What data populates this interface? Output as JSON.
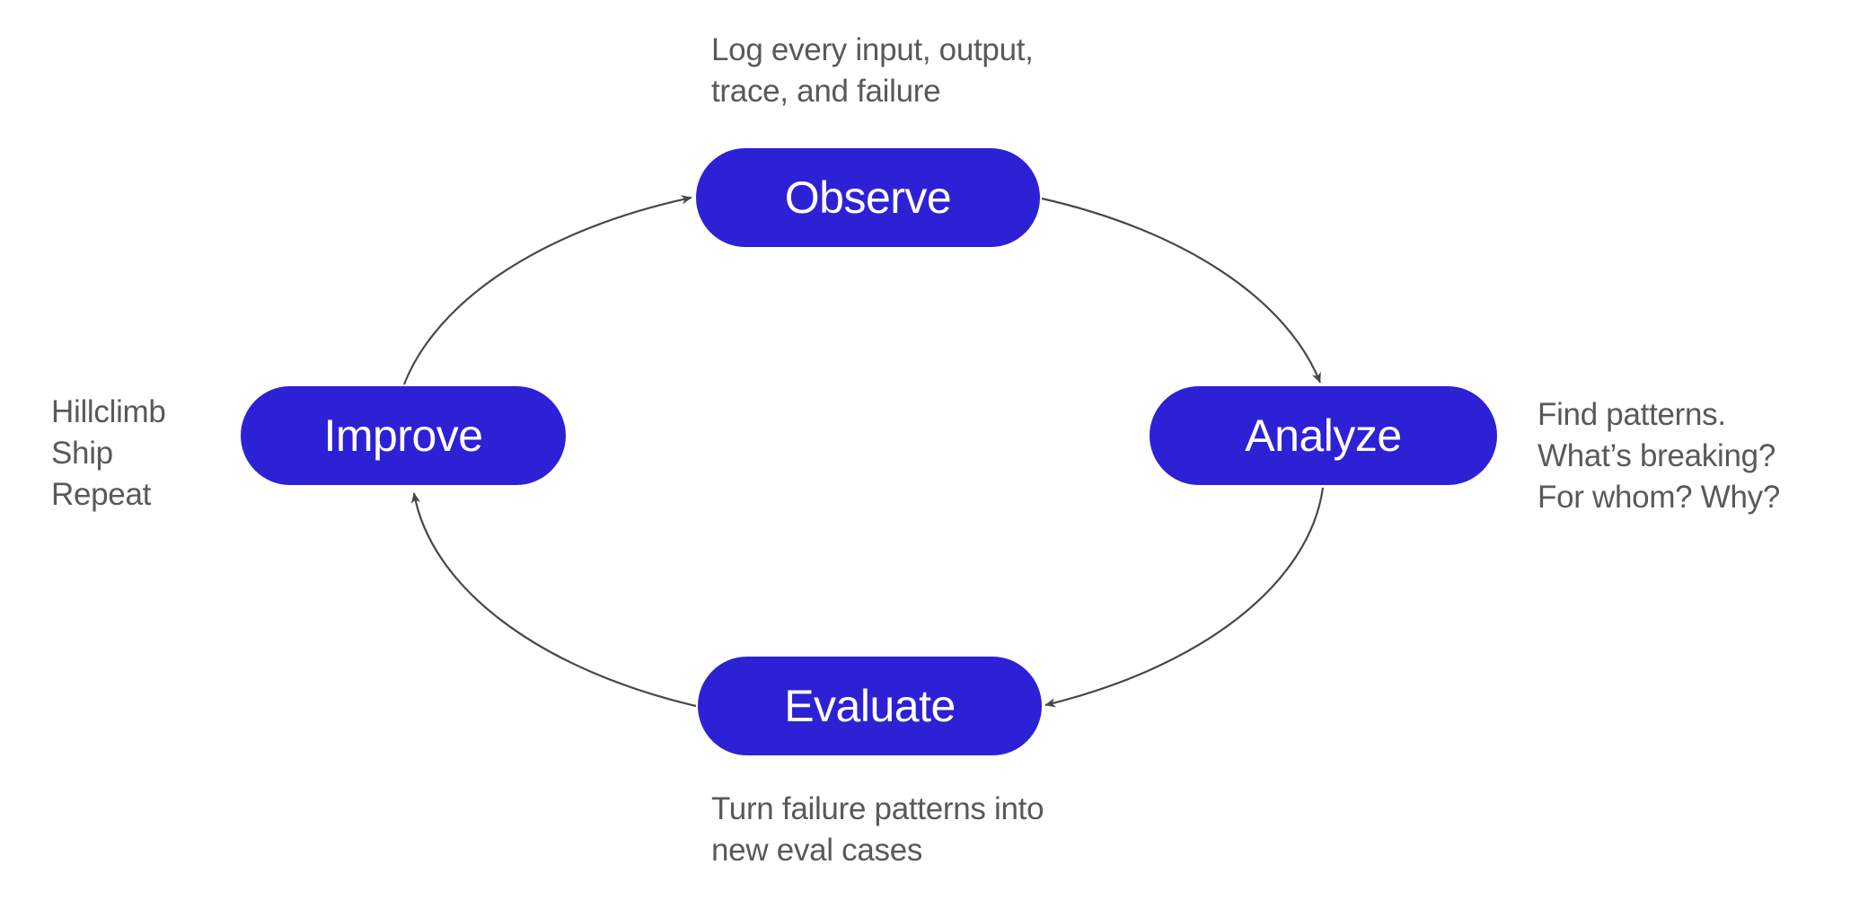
{
  "diagram": {
    "type": "cycle",
    "direction": "clockwise",
    "nodes": [
      {
        "id": "observe",
        "label": "Observe",
        "position": "top"
      },
      {
        "id": "analyze",
        "label": "Analyze",
        "position": "right"
      },
      {
        "id": "evaluate",
        "label": "Evaluate",
        "position": "bottom"
      },
      {
        "id": "improve",
        "label": "Improve",
        "position": "left"
      }
    ],
    "edges": [
      {
        "from": "improve",
        "to": "observe"
      },
      {
        "from": "observe",
        "to": "analyze"
      },
      {
        "from": "analyze",
        "to": "evaluate"
      },
      {
        "from": "evaluate",
        "to": "improve"
      }
    ],
    "annotations": {
      "observe": {
        "lines": [
          "Log every input, output,",
          "trace, and failure"
        ]
      },
      "analyze": {
        "lines": [
          "Find patterns.",
          "What’s breaking?",
          "For whom? Why?"
        ]
      },
      "evaluate": {
        "lines": [
          "Turn failure patterns into",
          "new eval cases"
        ]
      },
      "improve": {
        "lines": [
          "Hillclimb",
          "Ship",
          "Repeat"
        ]
      }
    },
    "colors": {
      "node_fill": "#2d21d6",
      "node_text": "#ffffff",
      "annotation_text": "#595959",
      "arrow": "#484848",
      "background": "#ffffff"
    }
  }
}
